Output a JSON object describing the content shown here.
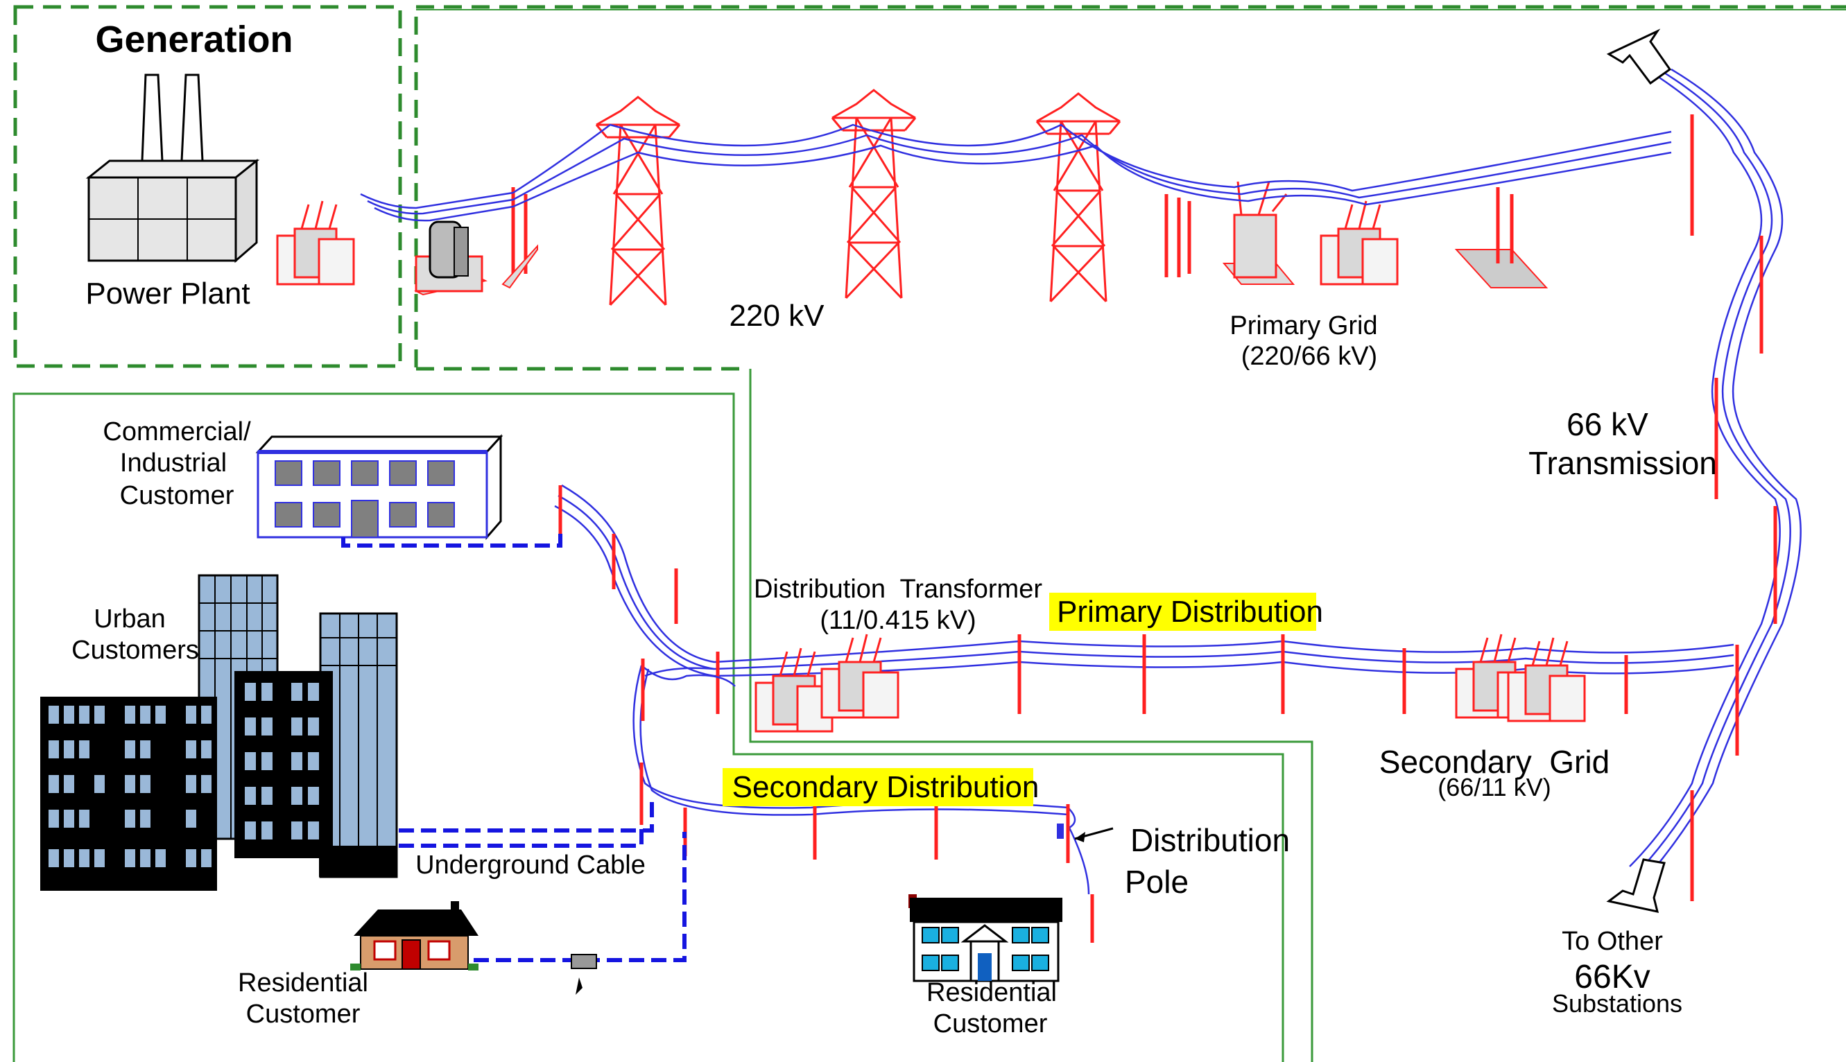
{
  "colors": {
    "generation_border": "#2e8b2e",
    "zone_border": "#3a9a3a",
    "line_blue": "#3030e0",
    "structure_red": "#ff2020",
    "highlight": "#ffff00",
    "building_blue": "#9ab8d8",
    "building_black": "#000000",
    "gray_fill": "#d8d8d8"
  },
  "labels": {
    "generation_title": "Generation",
    "power_plant": "Power Plant",
    "transmission_220": "220 kV",
    "primary_grid": "Primary Grid",
    "primary_grid_ratio": "(220/66 kV)",
    "transmission_66_line1": "66 kV",
    "transmission_66_line2": "Transmission",
    "commercial_line1": "Commercial/",
    "commercial_line2": "Industrial",
    "commercial_line3": "Customer",
    "urban_line1": "Urban",
    "urban_line2": "Customers",
    "dist_transformer": "Distribution  Transformer",
    "dist_transformer_ratio": "(11/0.415 kV)",
    "primary_distribution": "Primary Distribution",
    "secondary_distribution": "Secondary Distribution",
    "secondary_grid": "Secondary  Grid",
    "secondary_grid_ratio": "(66/11 kV)",
    "distribution_pole_line1": "Distribution",
    "distribution_pole_line2": "Pole",
    "underground_cable": "Underground Cable",
    "residential1_line1": "Residential",
    "residential1_line2": "Customer",
    "residential2_line1": "Residential",
    "residential2_line2": "Customer",
    "to_other_line1": "To Other",
    "to_other_line2": "66Kv",
    "to_other_line3": "Substations"
  }
}
